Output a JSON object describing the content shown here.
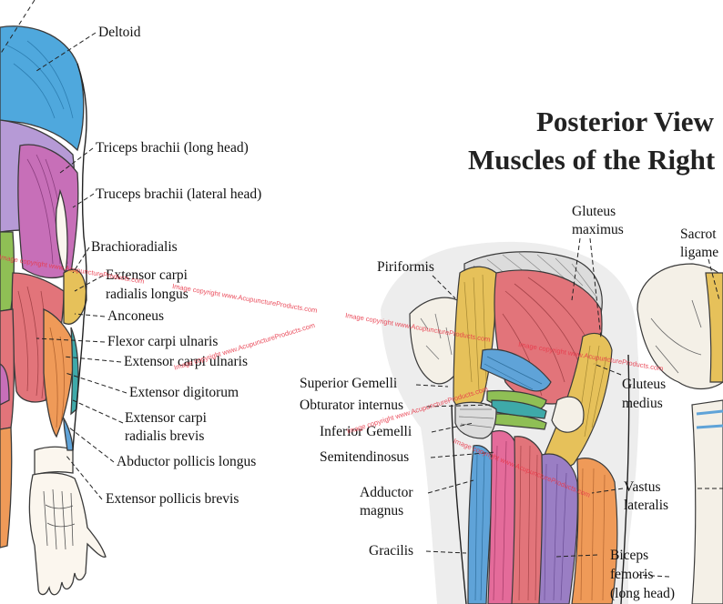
{
  "title": {
    "line1": "Posterior View",
    "line2": "Muscles of the Right"
  },
  "arm_labels": {
    "deltoid": "Deltoid",
    "triceps_long": "Triceps brachii (long head)",
    "triceps_lateral": "Truceps brachii (lateral head)",
    "brachioradialis": "Brachioradialis",
    "ecrl_1": "Extensor carpi",
    "ecrl_2": "radialis longus",
    "anconeus": "Anconeus",
    "fcu": "Flexor carpi ulnaris",
    "ecu": "Extensor carpi ulnaris",
    "ed": "Extensor digitorum",
    "ecrb_1": "Extensor carpi",
    "ecrb_2": "radialis brevis",
    "apl": "Abductor pollicis longus",
    "epb": "Extensor pollicis brevis"
  },
  "hip_labels": {
    "gmax_1": "Gluteus",
    "gmax_2": "maximus",
    "sacro_1": "Sacrot",
    "sacro_2": "ligame",
    "piriformis": "Piriformis",
    "sup_gemelli": "Superior Gemelli",
    "obt_int": "Obturator internus",
    "inf_gemelli": "Inferior Gemelli",
    "semiten": "Semitendinosus",
    "add_mag_1": "Adductor",
    "add_mag_2": "magnus",
    "gracilis": "Gracilis",
    "gmed_1": "Gluteus",
    "gmed_2": "medius",
    "vl_1": "Vastus",
    "vl_2": "lateralis",
    "bf_1": "Biceps",
    "bf_2": "femoris",
    "bf_3": "(long head)"
  },
  "watermark": "Image copyright www.AcupunctureProducts.com",
  "colors": {
    "deltoid": "#4fa8dd",
    "triceps": "#c76fb8",
    "red_muscle": "#e2747a",
    "yellow_tendon": "#e6c15a",
    "teal": "#3ea9a9",
    "green": "#8fbf55",
    "orange": "#ef9a58",
    "pink": "#e46b9a",
    "purple": "#9a7ec4",
    "blue": "#5fa3d8",
    "bone": "#ece7dc",
    "watermark": "#e8394a"
  }
}
